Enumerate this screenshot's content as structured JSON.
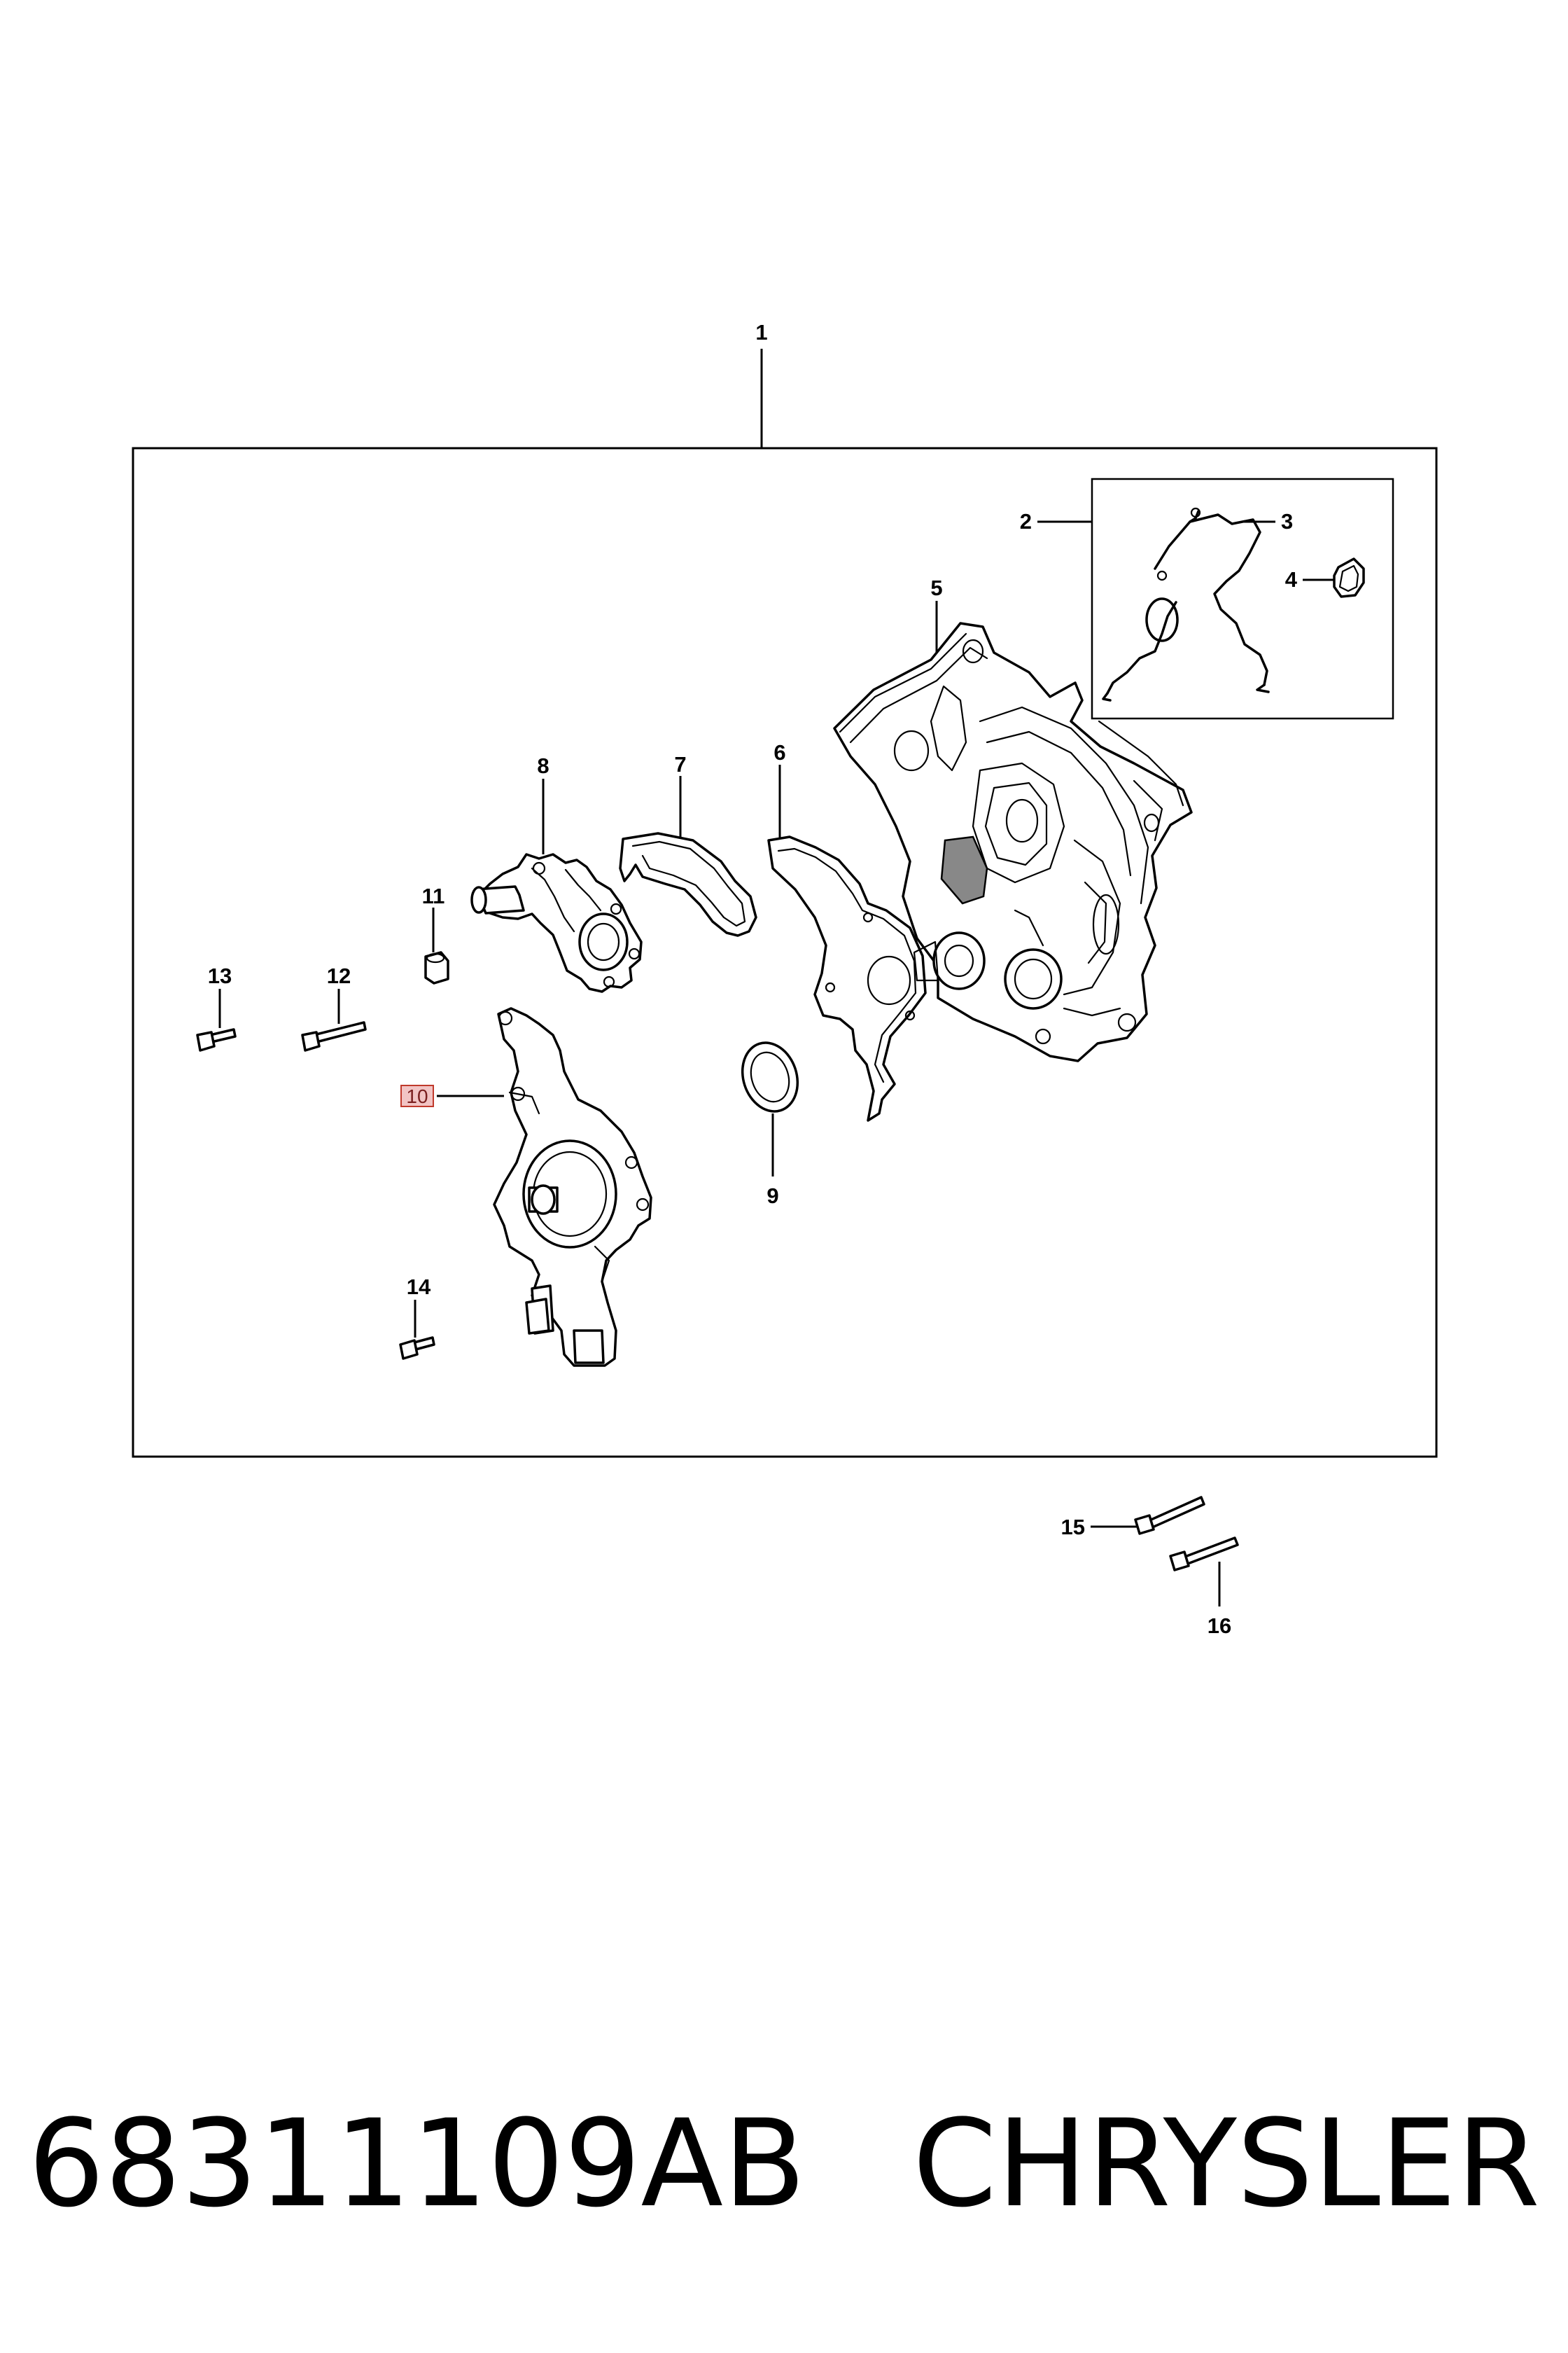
{
  "callouts": {
    "c1": "1",
    "c2": "2",
    "c3": "3",
    "c4": "4",
    "c5": "5",
    "c6": "6",
    "c7": "7",
    "c8": "8",
    "c9": "9",
    "c10": "10",
    "c11": "11",
    "c12": "12",
    "c13": "13",
    "c14": "14",
    "c15": "15",
    "c16": "16"
  },
  "footer": {
    "part_number": "68311109AB",
    "brand": "CHRYSLER"
  },
  "colors": {
    "line": "#000000",
    "background": "#ffffff",
    "highlight_fill": "#f2c4c4",
    "highlight_stroke": "#c0392b"
  }
}
